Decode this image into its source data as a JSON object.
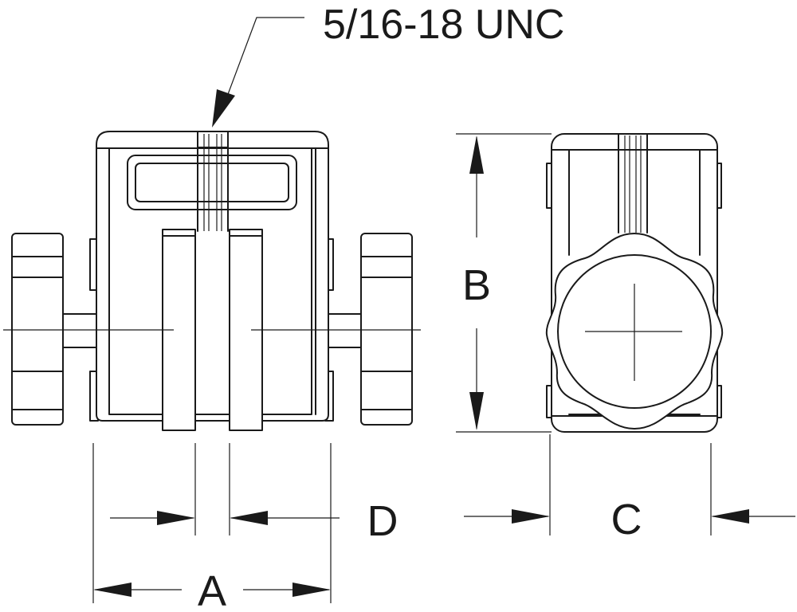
{
  "callout": {
    "thread_label": "5/16-18 UNC"
  },
  "dimensions": {
    "a": "A",
    "b": "B",
    "c": "C",
    "d": "D"
  },
  "colors": {
    "line": "#1a1a1a",
    "background": "#ffffff"
  }
}
